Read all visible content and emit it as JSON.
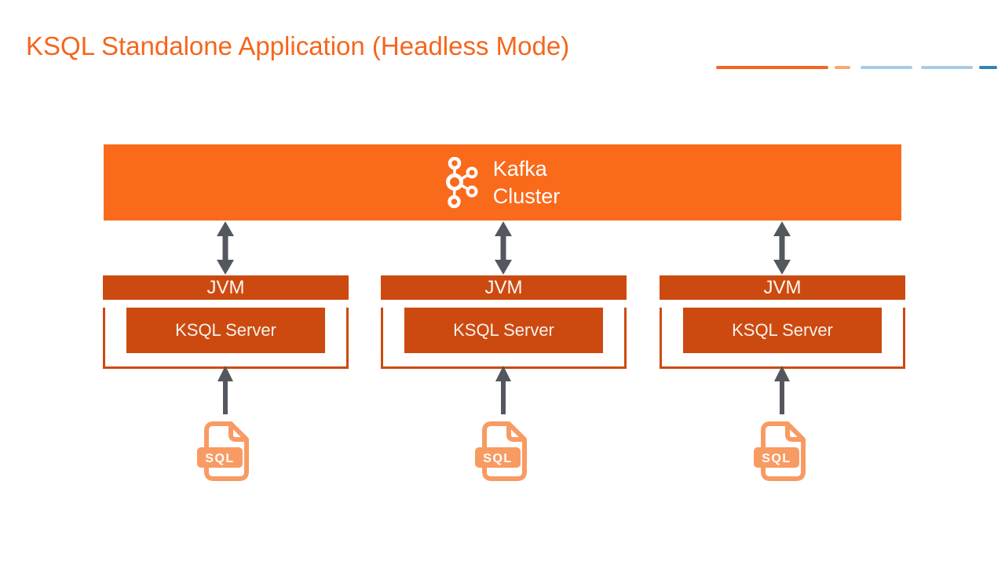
{
  "header": {
    "title": "KSQL Standalone Application (Headless Mode)"
  },
  "colors": {
    "title_orange": "#F4661E",
    "banner_orange": "#F96A1B",
    "box_orange": "#CC4A10",
    "icon_light_orange": "#F89B63",
    "arrow_gray": "#54585E",
    "white": "#FFFFFF"
  },
  "decor_dashes": [
    {
      "name": "title-rule",
      "color": "#F4661E"
    },
    {
      "name": "dash-light-orange",
      "color": "#FBA671"
    },
    {
      "name": "dash-light-blue-1",
      "color": "#A9CBE8"
    },
    {
      "name": "dash-light-blue-2",
      "color": "#A9CBE8"
    },
    {
      "name": "dash-teal-1",
      "color": "#2E86B4"
    },
    {
      "name": "dash-teal-2",
      "color": "#2E86B4"
    }
  ],
  "kafka_cluster": {
    "line1": "Kafka",
    "line2": "Cluster",
    "logo": "kafka-logo"
  },
  "nodes": [
    {
      "jvm_label": "JVM",
      "server_label": "KSQL Server",
      "file_label": "SQL"
    },
    {
      "jvm_label": "JVM",
      "server_label": "KSQL Server",
      "file_label": "SQL"
    },
    {
      "jvm_label": "JVM",
      "server_label": "KSQL Server",
      "file_label": "SQL"
    }
  ]
}
